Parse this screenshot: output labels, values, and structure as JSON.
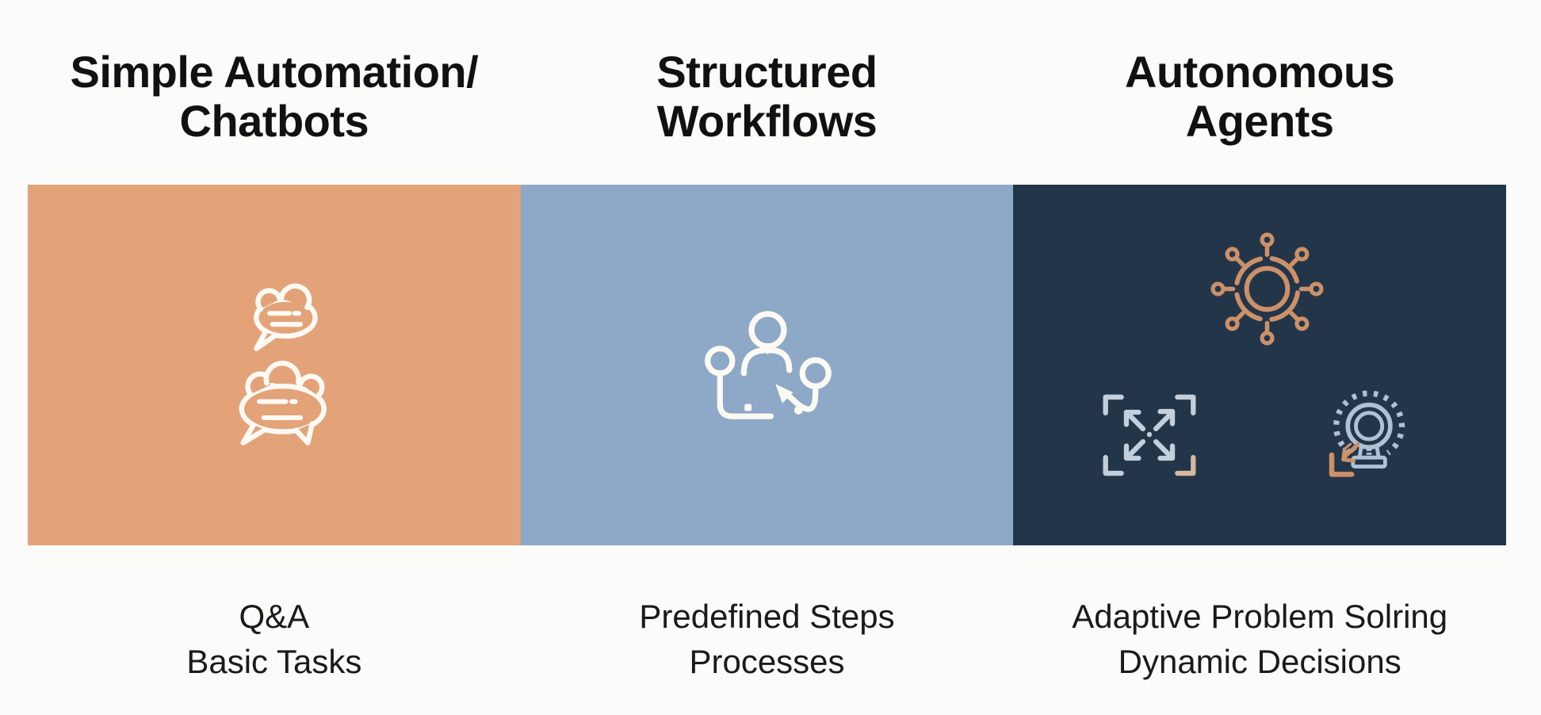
{
  "colors": {
    "page_bg": "#fbfbf9",
    "title_text": "#111111",
    "caption_text": "#1a1a1a",
    "icon_white": "#fdfaf4",
    "icon_copper": "#cd9169",
    "icon_light": "#c3cfdd",
    "icon_bulb": "#aec2d6",
    "icon_tan": "#d5b89d"
  },
  "columns": [
    {
      "title_line1": "Simple Automation/",
      "title_line2": "Chatbots",
      "panel_color": "#e3a277",
      "icon_names": [
        "chat-bubbles-icon"
      ],
      "caption_line1": "Q&A",
      "caption_line2": "Basic Tasks"
    },
    {
      "title_line1": "Structured",
      "title_line2": "Workflows",
      "panel_color": "#8ea9c7",
      "icon_names": [
        "workflow-person-icon"
      ],
      "caption_line1": "Predefined Steps",
      "caption_line2": "Processes"
    },
    {
      "title_line1": "Autonomous",
      "title_line2": "Agents",
      "panel_color": "#233549",
      "icon_names": [
        "network-hub-icon",
        "expand-arrows-icon",
        "lightbulb-gear-icon"
      ],
      "caption_line1": "Adaptive Problem Solring",
      "caption_line2": "Dynamic Decisions"
    }
  ]
}
